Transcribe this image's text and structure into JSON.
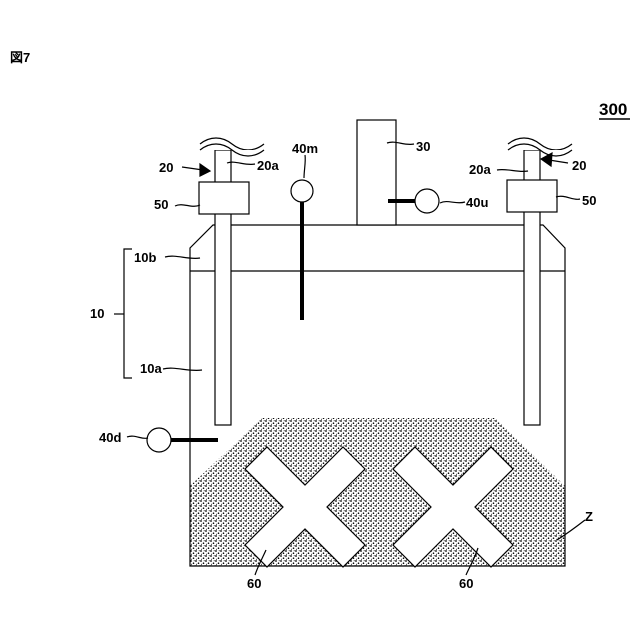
{
  "figure": {
    "label": "図7",
    "number": "300"
  },
  "labels": {
    "vessel": "10",
    "vessel_lower": "10a",
    "vessel_upper": "10b",
    "electrode_left": "20",
    "electrode_left_inner": "20a",
    "electrode_right": "20",
    "electrode_right_inner": "20a",
    "pipe": "30",
    "sensor_mid": "40m",
    "sensor_upper": "40u",
    "sensor_lower": "40d",
    "clamp_left": "50",
    "clamp_right": "50",
    "heater_left": "60",
    "heater_right": "60",
    "charge": "Z"
  }
}
